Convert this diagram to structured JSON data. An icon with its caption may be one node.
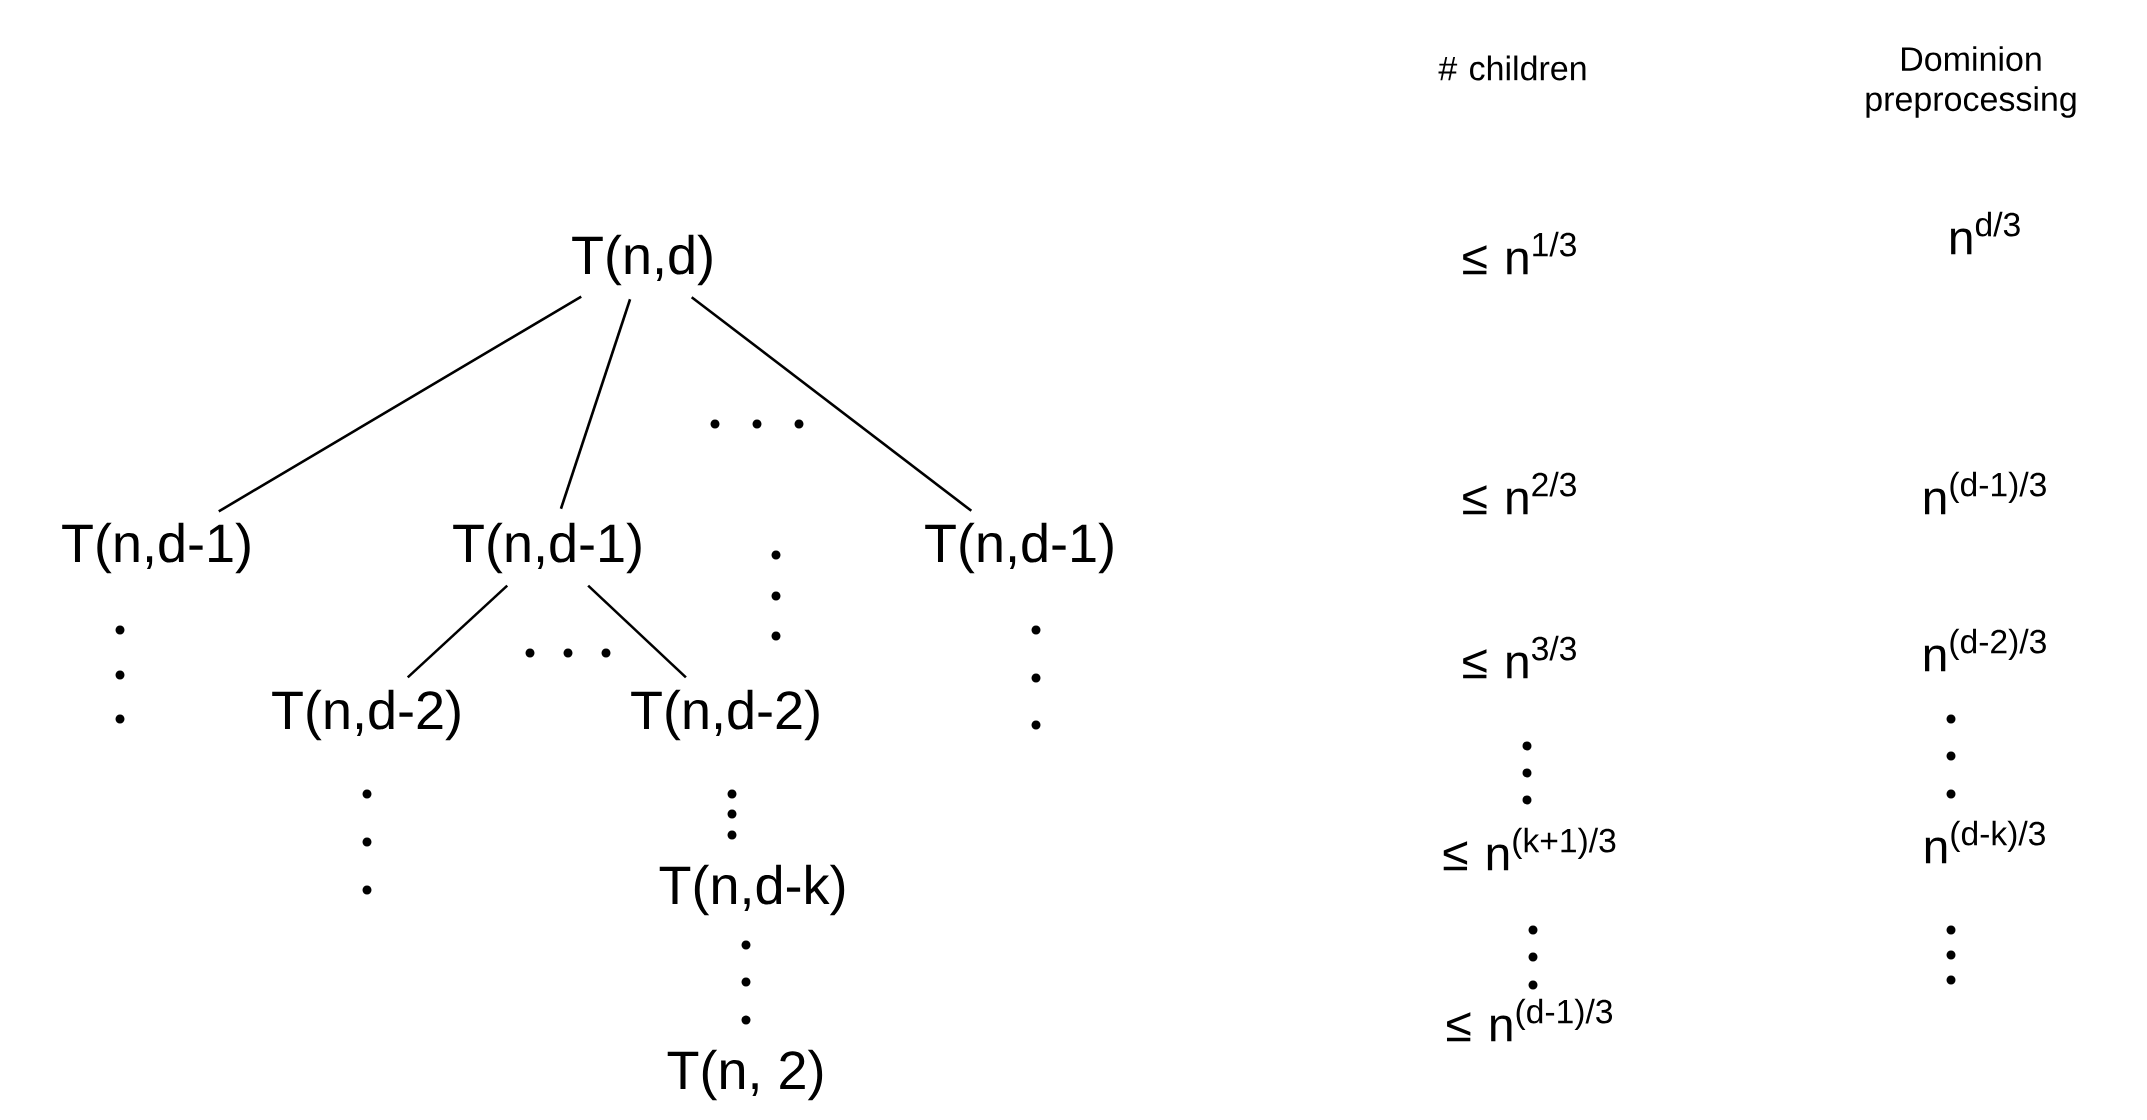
{
  "diagram": {
    "nodes": [
      {
        "text": [
          "T(n,d)"
        ]
      },
      {
        "text": [
          "T(n,d-1)"
        ]
      },
      {
        "text": [
          "T(n,d-1)"
        ]
      },
      {
        "text": [
          "T(n,d-1)"
        ]
      },
      {
        "text": [
          "T(n,d-2)"
        ]
      },
      {
        "text": [
          "T(n,d-2)"
        ]
      },
      {
        "text": [
          "T(n,d-k)"
        ]
      },
      {
        "text": [
          "T(n, 2)"
        ]
      }
    ],
    "edges": [
      {
        "from": 0,
        "to": 1,
        "arrow": "none"
      },
      {
        "from": 0,
        "to": 2,
        "arrow": "none"
      },
      {
        "from": 0,
        "to": 3,
        "arrow": "none"
      },
      {
        "from": 2,
        "to": 4,
        "arrow": "none"
      },
      {
        "from": 2,
        "to": 5,
        "arrow": "none"
      }
    ],
    "labels": [
      "# children",
      "Dominion preprocessing",
      "≤ n$^{1/3}$",
      "n$^{d/3}$",
      "≤ n$^{2/3}$",
      "n$^{(d-1)/3}$",
      "≤ n$^{3/3}$",
      "n$^{(d-2)/3}$",
      "≤ n$^{(k+1)/3}$",
      "n$^{(d-k)/3}$",
      "≤ n$^{(d-1)/3}$"
    ]
  }
}
